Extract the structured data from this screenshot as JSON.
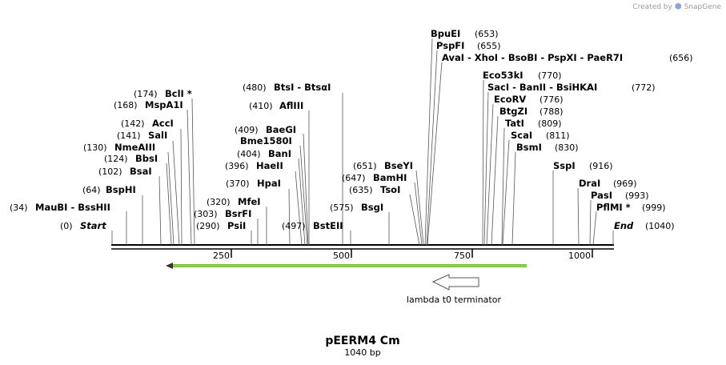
{
  "credit": {
    "prefix": "Created by",
    "brand": "SnapGene"
  },
  "map": {
    "name": "pEERM4 Cm",
    "length_label": "1040 bp",
    "length": 1040,
    "ruler_ticks": [
      "250",
      "500",
      "750",
      "1000"
    ],
    "start_label": "Start",
    "start_pos": "(0)",
    "end_label": "End",
    "end_pos": "(1040)"
  },
  "feature": {
    "name": "lambda t0 terminator",
    "color": "#8fd14f"
  },
  "sites_left": [
    {
      "pos": "(174)",
      "names": "BclI *"
    },
    {
      "pos": "(168)",
      "names": "MspA1I"
    },
    {
      "pos": "(142)",
      "names": "AccI"
    },
    {
      "pos": "(141)",
      "names": "SalI"
    },
    {
      "pos": "(130)",
      "names": "NmeAIII"
    },
    {
      "pos": "(124)",
      "names": "BbsI"
    },
    {
      "pos": "(102)",
      "names": "BsaI"
    },
    {
      "pos": "(64)",
      "names": "BspHI"
    },
    {
      "pos": "(34)",
      "names": "MauBI - BssHII"
    }
  ],
  "sites_mid": [
    {
      "pos": "(480)",
      "names": "BtsI - BtsαI"
    },
    {
      "pos": "(410)",
      "names": "AflIII"
    },
    {
      "pos": "(409)",
      "names": "BaeGI"
    },
    {
      "pos": "",
      "names": "Bme1580I"
    },
    {
      "pos": "(404)",
      "names": "BanI"
    },
    {
      "pos": "(396)",
      "names": "HaeII"
    },
    {
      "pos": "(370)",
      "names": "HpaI"
    },
    {
      "pos": "(320)",
      "names": "MfeI"
    },
    {
      "pos": "(303)",
      "names": "BsrFI"
    },
    {
      "pos": "(290)",
      "names": "PsiI"
    },
    {
      "pos": "(497)",
      "names": "BstEII"
    },
    {
      "pos": "(575)",
      "names": "BsgI"
    },
    {
      "pos": "(651)",
      "names": "BseYI"
    },
    {
      "pos": "(647)",
      "names": "BamHI"
    },
    {
      "pos": "(635)",
      "names": "TsoI"
    }
  ],
  "sites_right": [
    {
      "pos": "(653)",
      "names": "BpuEI"
    },
    {
      "pos": "(655)",
      "names": "PspFI"
    },
    {
      "pos": "(656)",
      "names": "AvaI - XhoI - BsoBI - PspXI - PaeR7I"
    },
    {
      "pos": "(770)",
      "names": "Eco53kI"
    },
    {
      "pos": "(772)",
      "names": "SacI - BanII - BsiHKAI"
    },
    {
      "pos": "(776)",
      "names": "EcoRV"
    },
    {
      "pos": "(788)",
      "names": "BtgZI"
    },
    {
      "pos": "(809)",
      "names": "TatI"
    },
    {
      "pos": "(811)",
      "names": "ScaI"
    },
    {
      "pos": "(830)",
      "names": "BsmI"
    },
    {
      "pos": "(916)",
      "names": "SspI"
    },
    {
      "pos": "(969)",
      "names": "DraI"
    },
    {
      "pos": "(993)",
      "names": "PasI"
    },
    {
      "pos": "(999)",
      "names": "PflMI *"
    }
  ]
}
